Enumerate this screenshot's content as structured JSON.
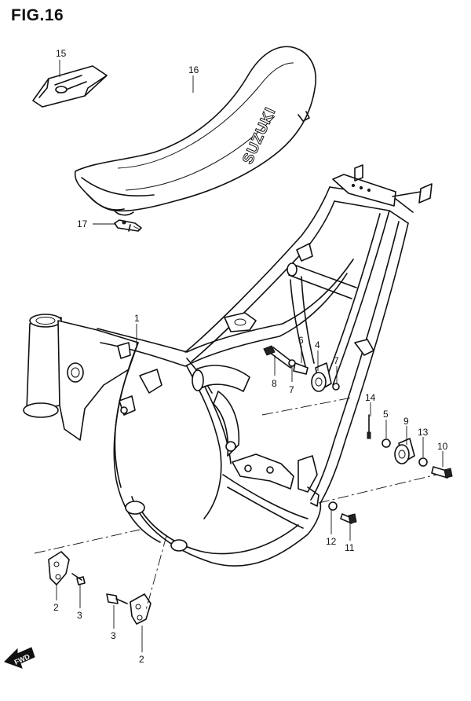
{
  "figure": {
    "title": "FIG.16"
  },
  "seat": {
    "brand_text": "SUZUKI"
  },
  "direction_marker": {
    "label": "FWD"
  },
  "callouts": [
    {
      "id": "c15",
      "label": "15"
    },
    {
      "id": "c16",
      "label": "16"
    },
    {
      "id": "c17",
      "label": "17"
    },
    {
      "id": "c1",
      "label": "1"
    },
    {
      "id": "c6",
      "label": "6"
    },
    {
      "id": "c4",
      "label": "4"
    },
    {
      "id": "c7a",
      "label": "7"
    },
    {
      "id": "c8",
      "label": "8"
    },
    {
      "id": "c7b",
      "label": "7"
    },
    {
      "id": "c14",
      "label": "14"
    },
    {
      "id": "c5",
      "label": "5"
    },
    {
      "id": "c9",
      "label": "9"
    },
    {
      "id": "c13",
      "label": "13"
    },
    {
      "id": "c10",
      "label": "10"
    },
    {
      "id": "c12",
      "label": "12"
    },
    {
      "id": "c11",
      "label": "11"
    },
    {
      "id": "c2a",
      "label": "2"
    },
    {
      "id": "c3a",
      "label": "3"
    },
    {
      "id": "c3b",
      "label": "3"
    },
    {
      "id": "c2b",
      "label": "2"
    }
  ]
}
